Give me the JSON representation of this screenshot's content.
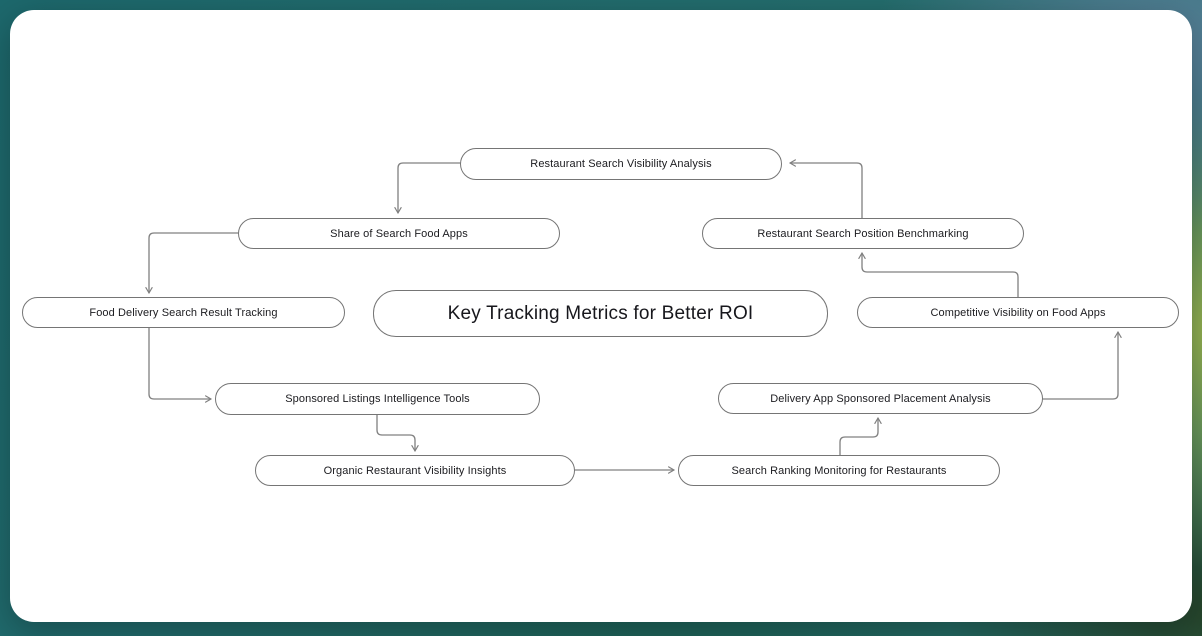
{
  "diagram": {
    "title": "Key Tracking Metrics for Better ROI",
    "nodes": [
      {
        "id": "restaurant-search-visibility-analysis",
        "label": "Restaurant Search Visibility Analysis"
      },
      {
        "id": "share-of-search-food-apps",
        "label": "Share of Search Food Apps"
      },
      {
        "id": "restaurant-search-position-benchmarking",
        "label": "Restaurant Search Position Benchmarking"
      },
      {
        "id": "food-delivery-search-result-tracking",
        "label": "Food Delivery Search Result Tracking"
      },
      {
        "id": "key-tracking-metrics-title",
        "label": "Key Tracking Metrics for Better ROI"
      },
      {
        "id": "competitive-visibility-on-food-apps",
        "label": "Competitive Visibility on Food Apps"
      },
      {
        "id": "sponsored-listings-intelligence-tools",
        "label": "Sponsored Listings Intelligence Tools"
      },
      {
        "id": "delivery-app-sponsored-placement-analysis",
        "label": "Delivery App Sponsored Placement Analysis"
      },
      {
        "id": "organic-restaurant-visibility-insights",
        "label": "Organic Restaurant Visibility Insights"
      },
      {
        "id": "search-ranking-monitoring-for-restaurants",
        "label": "Search Ranking Monitoring for Restaurants"
      }
    ],
    "edges": [
      {
        "from": "restaurant-search-visibility-analysis",
        "to": "share-of-search-food-apps"
      },
      {
        "from": "restaurant-search-position-benchmarking",
        "to": "restaurant-search-visibility-analysis"
      },
      {
        "from": "share-of-search-food-apps",
        "to": "food-delivery-search-result-tracking"
      },
      {
        "from": "competitive-visibility-on-food-apps",
        "to": "restaurant-search-position-benchmarking"
      },
      {
        "from": "delivery-app-sponsored-placement-analysis",
        "to": "competitive-visibility-on-food-apps"
      },
      {
        "from": "food-delivery-search-result-tracking",
        "to": "sponsored-listings-intelligence-tools"
      },
      {
        "from": "sponsored-listings-intelligence-tools",
        "to": "organic-restaurant-visibility-insights"
      },
      {
        "from": "organic-restaurant-visibility-insights",
        "to": "search-ranking-monitoring-for-restaurants"
      },
      {
        "from": "search-ranking-monitoring-for-restaurants",
        "to": "delivery-app-sponsored-placement-analysis"
      }
    ]
  },
  "colors": {
    "card_background": "#ffffff",
    "node_border": "#757575",
    "connector": "#808080",
    "text": "#1b1b1f",
    "backdrop_teal": "#216b6d",
    "backdrop_blue": "#5c829e",
    "backdrop_green": "#9eb84e",
    "backdrop_dark_green": "#264226"
  }
}
